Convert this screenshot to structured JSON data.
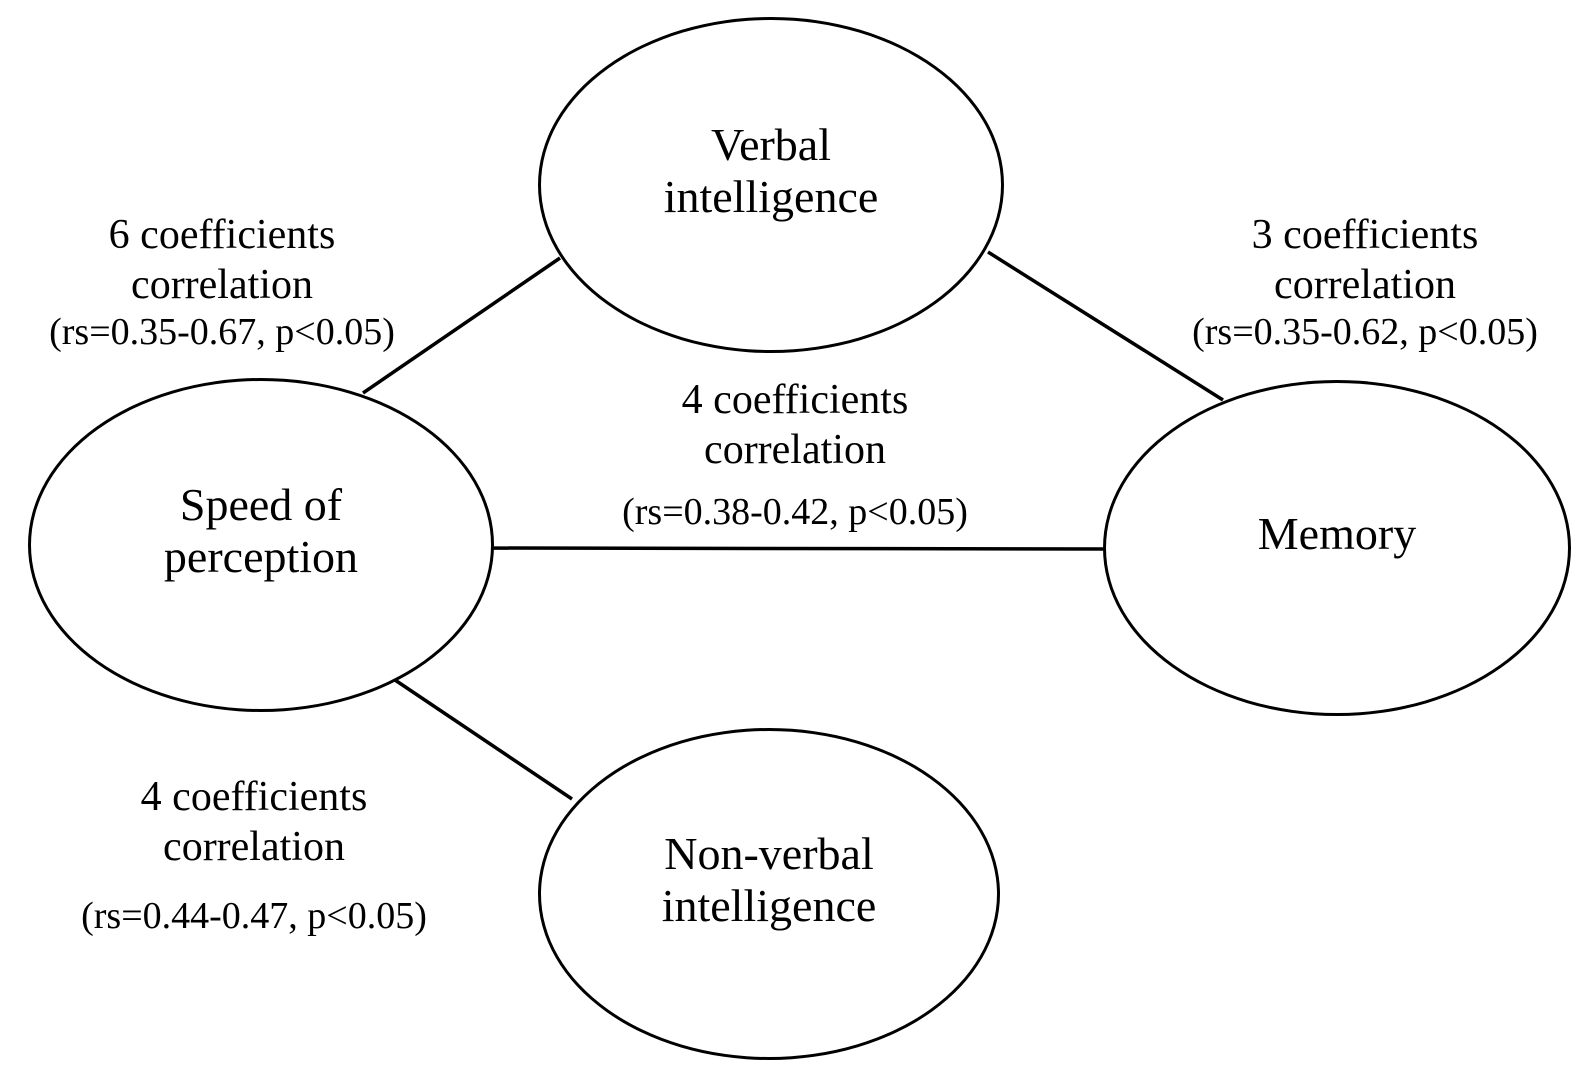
{
  "diagram": {
    "background_color": "#ffffff",
    "line_color": "#000000",
    "nodes": [
      {
        "id": "verbal-intelligence",
        "label": "Verbal\nintelligence"
      },
      {
        "id": "speed-of-perception",
        "label": "Speed of\nperception"
      },
      {
        "id": "memory",
        "label": "Memory"
      },
      {
        "id": "non-verbal-intelligence",
        "label": "Non-verbal\nintelligence"
      }
    ],
    "edges": [
      {
        "from": "speed-of-perception",
        "to": "verbal-intelligence",
        "label": "6 coefficients\ncorrelation",
        "stats": "(rs=0.35-0.67, p<0.05)"
      },
      {
        "from": "verbal-intelligence",
        "to": "memory",
        "label": "3 coefficients\ncorrelation",
        "stats": "(rs=0.35-0.62, p<0.05)"
      },
      {
        "from": "speed-of-perception",
        "to": "memory",
        "label": "4 coefficients\ncorrelation",
        "stats": "(rs=0.38-0.42, p<0.05)"
      },
      {
        "from": "speed-of-perception",
        "to": "non-verbal-intelligence",
        "label": "4 coefficients\ncorrelation",
        "stats": "(rs=0.44-0.47, p<0.05)"
      }
    ]
  }
}
